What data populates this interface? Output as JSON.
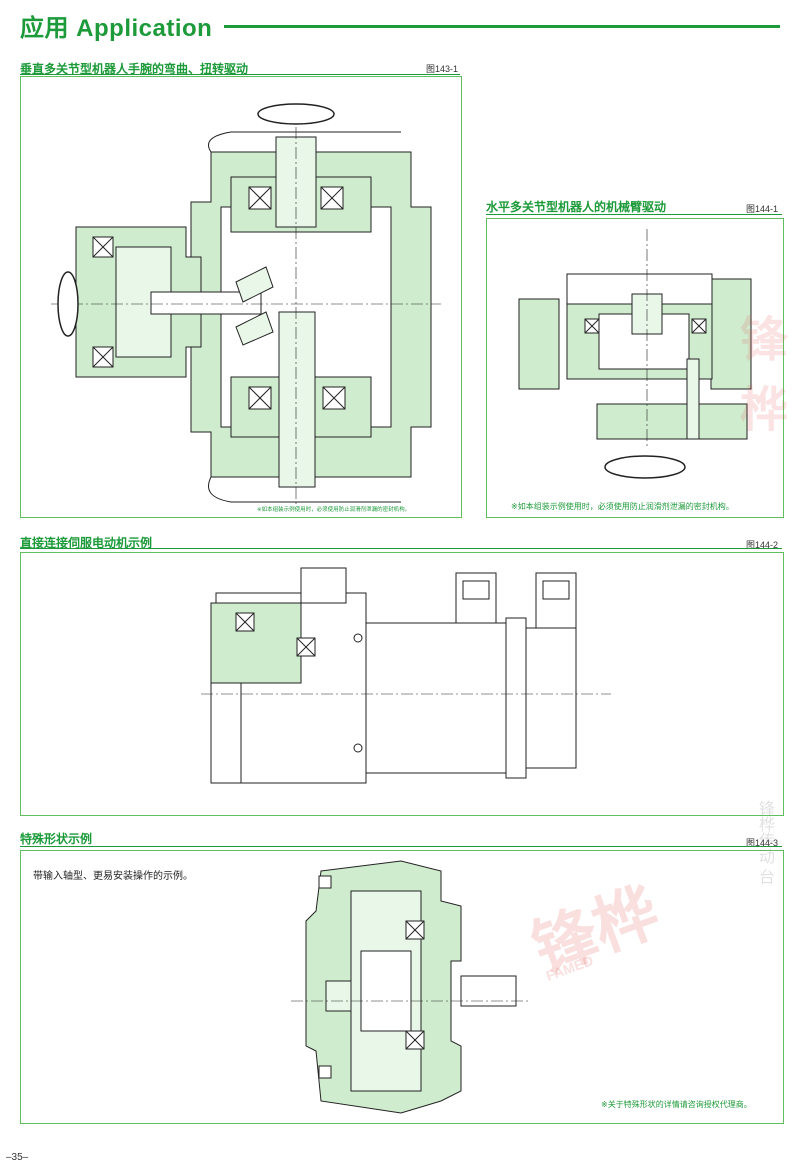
{
  "header": {
    "title": "应用 Application"
  },
  "sections": {
    "s1": {
      "title": "垂直多关节型机器人手腕的弯曲、扭转驱动",
      "fig": "图143-1",
      "note": "※如本组装示例使用时，必须使用防止润滑剂泄漏的密封机构。"
    },
    "s2": {
      "title": "水平多关节型机器人的机械臂驱动",
      "fig": "图144-1",
      "note": "※如本组装示例使用时，必须使用防止润滑剂泄漏的密封机构。"
    },
    "s3": {
      "title": "直接连接伺服电动机示例",
      "fig": "图144-2"
    },
    "s4": {
      "title": "特殊形状示例",
      "fig": "图144-3",
      "desc": "带输入轴型、更易安装操作的示例。",
      "note": "※关于特殊形状的详情请咨询授权代理商。"
    }
  },
  "watermark": {
    "brand": "锋桦",
    "latin": "FAMED",
    "side": "锋桦传动 台"
  },
  "colors": {
    "accent": "#1d9a3a",
    "part_fill": "#cfeccf",
    "line": "#222222"
  },
  "page": {
    "number": "–35–"
  }
}
